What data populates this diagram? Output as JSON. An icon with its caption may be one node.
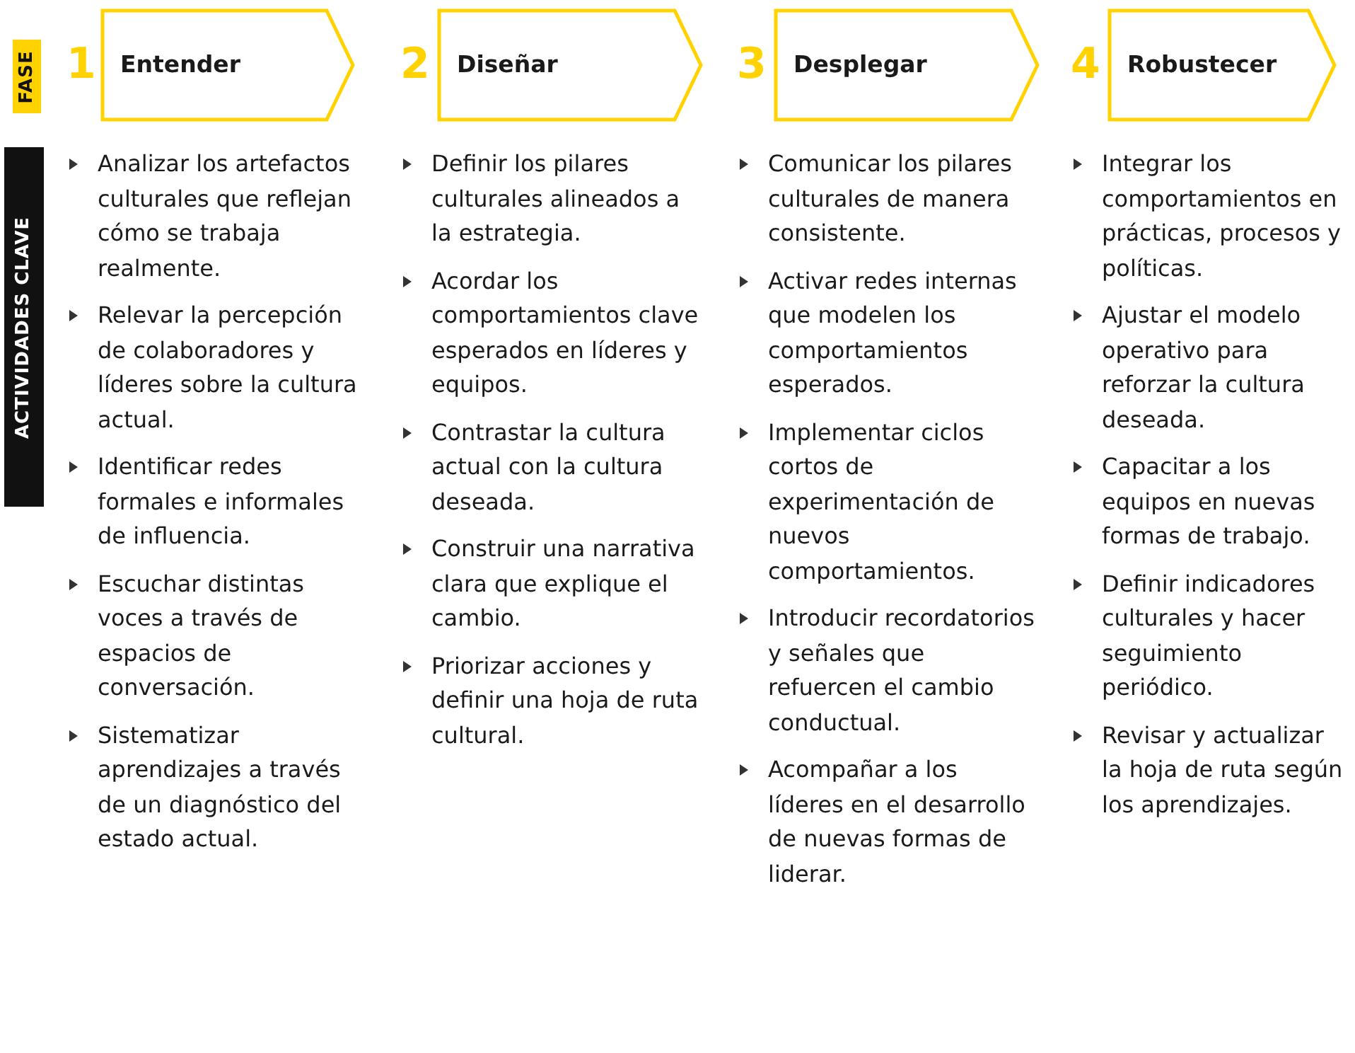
{
  "diagram": {
    "nodes": [
      {
        "text": [
          "FASE"
        ]
      },
      {
        "text": [
          "ACTIVIDADES CLAVE"
        ]
      },
      {
        "text": [
          "Entender"
        ],
        "beside": [
          "1",
          "Analizar los artefactos culturales que reflejan cómo se trabaja realmente.",
          "Relevar la percepción de colaboradores y líderes sobre la cultura actual.",
          "Identificar redes formales e informales de influencia.",
          "Escuchar distintas voces a través de espacios de conversación.",
          "Sistematizar aprendizajes a través de un diagnóstico del estado actual."
        ]
      },
      {
        "text": [
          "Diseñar"
        ],
        "beside": [
          "2",
          "Definir los pilares culturales alineados a la estrategia.",
          "Acordar los comportamientos clave esperados en líderes y equipos.",
          "Contrastar la cultura actual con la cultura deseada.",
          "Construir una narrativa clara que explique el cambio.",
          "Priorizar acciones y definir una hoja de ruta cultural."
        ]
      },
      {
        "text": [
          "Desplegar"
        ],
        "beside": [
          "3",
          "Comunicar los pilares culturales de manera consistente.",
          "Activar redes internas que modelen los comportamientos esperados.",
          "Implementar ciclos cortos de experimentación de nuevos comportamientos.",
          "Introducir recordatorios y señales que refuercen el cambio conductual.",
          "Acompañar a los líderes en el desarrollo de nuevas formas de liderar."
        ]
      },
      {
        "text": [
          "Robustecer"
        ],
        "beside": [
          "4",
          "Integrar los comportamientos en prácticas, procesos y políticas.",
          "Ajustar el modelo operativo para reforzar la cultura deseada.",
          "Capacitar a los equipos en nuevas formas de trabajo.",
          "Definir indicadores culturales y hacer seguimiento periódico.",
          "Revisar y actualizar la hoja de ruta según los aprendizajes."
        ]
      }
    ]
  }
}
